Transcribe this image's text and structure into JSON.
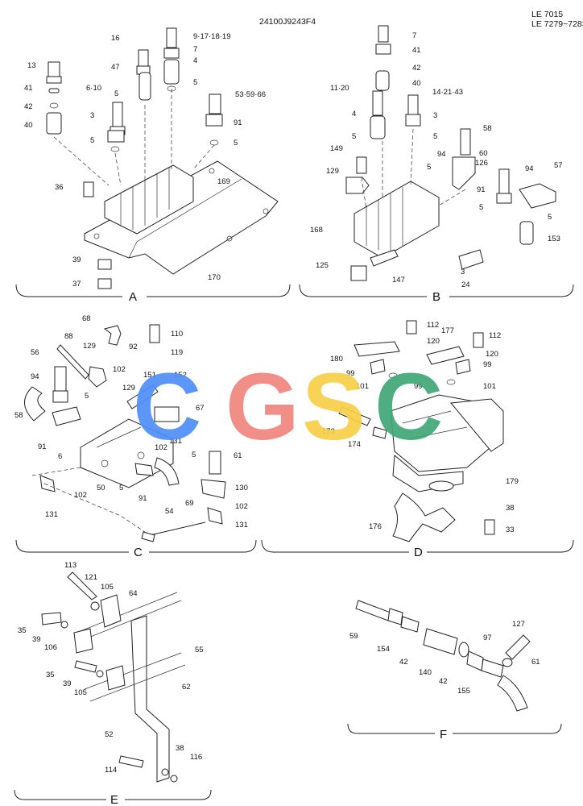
{
  "header": {
    "drawing_number": "24100J9243F4",
    "serial_range_1": "LE 7015",
    "serial_range_2": "LE 7279~7283"
  },
  "watermark": {
    "letters": [
      "C",
      "G",
      "S",
      "C"
    ],
    "colors": [
      "#4f8ef7",
      "#f0857d",
      "#f7cf46",
      "#3fa877"
    ]
  },
  "sections": {
    "A": {
      "name": "A",
      "labels": [
        "16",
        "9·17·18·19",
        "7",
        "13",
        "47",
        "4",
        "41",
        "5",
        "5",
        "42",
        "6·10",
        "53·59·66",
        "40",
        "3",
        "91",
        "5",
        "5",
        "169",
        "36",
        "39",
        "170",
        "37"
      ]
    },
    "B": {
      "name": "B",
      "labels": [
        "7",
        "41",
        "42",
        "40",
        "11·20",
        "14·21·43",
        "4",
        "3",
        "5",
        "58",
        "149",
        "5",
        "94",
        "60",
        "129",
        "5",
        "126",
        "57",
        "94",
        "91",
        "5",
        "168",
        "5",
        "153",
        "125",
        "3",
        "147",
        "24"
      ]
    },
    "C": {
      "name": "C",
      "labels": [
        "68",
        "110",
        "88",
        "129",
        "92",
        "119",
        "56",
        "102",
        "151",
        "152",
        "94",
        "129",
        "5",
        "67",
        "58",
        "91",
        "6",
        "102",
        "131",
        "5",
        "61",
        "50",
        "5",
        "130",
        "91",
        "54",
        "69",
        "102",
        "131",
        "102",
        "131"
      ]
    },
    "D": {
      "name": "D",
      "labels": [
        "112",
        "177",
        "112",
        "120",
        "120",
        "180",
        "99",
        "99",
        "101",
        "99",
        "101",
        "173",
        "174",
        "179",
        "38",
        "176",
        "33"
      ]
    },
    "E": {
      "name": "E",
      "labels": [
        "113",
        "121",
        "105",
        "64",
        "35",
        "39",
        "106",
        "55",
        "35",
        "39",
        "105",
        "62",
        "52",
        "38",
        "116",
        "114"
      ]
    },
    "F": {
      "name": "F",
      "labels": [
        "127",
        "59",
        "97",
        "154",
        "42",
        "61",
        "140",
        "42",
        "155"
      ]
    }
  }
}
